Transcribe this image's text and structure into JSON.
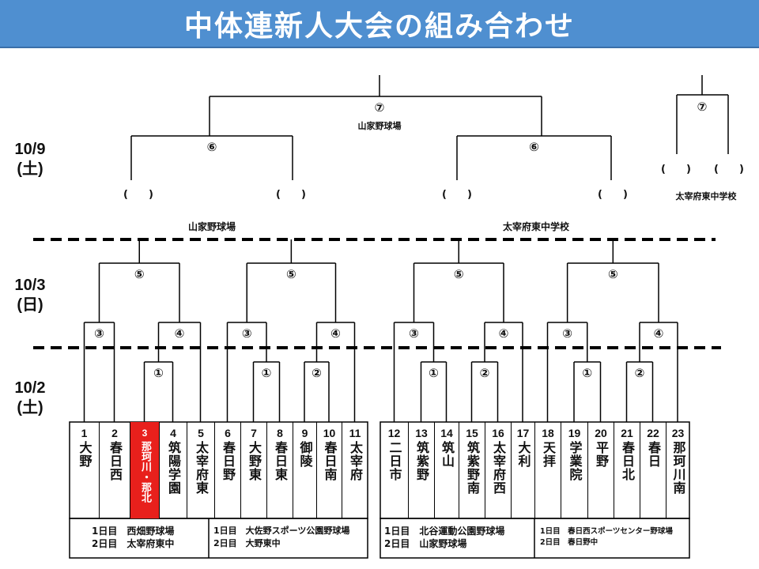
{
  "title": "中体連新人大会の組み合わせ",
  "dates": [
    {
      "line1": "10/9",
      "line2": "(土)"
    },
    {
      "line1": "10/3",
      "line2": "(日)"
    },
    {
      "line1": "10/2",
      "line2": "(土)"
    }
  ],
  "teams": [
    {
      "num": "1",
      "name": "大野"
    },
    {
      "num": "2",
      "name": "春日西"
    },
    {
      "num": "3",
      "name": "那珂川・那北"
    },
    {
      "num": "4",
      "name": "筑陽学園"
    },
    {
      "num": "5",
      "name": "太宰府東"
    },
    {
      "num": "6",
      "name": "春日野"
    },
    {
      "num": "7",
      "name": "大野東"
    },
    {
      "num": "8",
      "name": "春日東"
    },
    {
      "num": "9",
      "name": "御陵"
    },
    {
      "num": "10",
      "name": "春日南"
    },
    {
      "num": "11",
      "name": "太宰府"
    },
    {
      "num": "12",
      "name": "二日市"
    },
    {
      "num": "13",
      "name": "筑紫野"
    },
    {
      "num": "14",
      "name": "筑山"
    },
    {
      "num": "15",
      "name": "筑紫野南"
    },
    {
      "num": "16",
      "name": "太宰府西"
    },
    {
      "num": "17",
      "name": "大利"
    },
    {
      "num": "18",
      "name": "天拝"
    },
    {
      "num": "19",
      "name": "学業院"
    },
    {
      "num": "20",
      "name": "平野"
    },
    {
      "num": "21",
      "name": "春日北"
    },
    {
      "num": "22",
      "name": "春日"
    },
    {
      "num": "23",
      "name": "那珂川南"
    }
  ],
  "game_labels": {
    "g1": "①",
    "g2": "②",
    "g3": "③",
    "g4": "④",
    "g5": "⑤",
    "g6": "⑥",
    "g7": "⑦"
  },
  "round_venues": {
    "final": "山家野球場",
    "semi_left": "山家野球場",
    "semi_right": "太宰府東中学校",
    "side": "太宰府東中学校"
  },
  "day_venues": [
    {
      "line1": "1日目　西畑野球場",
      "line2": "2日目　太宰府東中"
    },
    {
      "line1": "1日目　大佐野スポーツ公園野球場",
      "line2": "2日目　大野東中"
    },
    {
      "line1": "1日目　北谷運動公園野球場",
      "line2": "2日目　山家野球場"
    },
    {
      "line1": "1日目　春日西スポーツセンター野球場",
      "line2": "2日目　春日野中"
    }
  ],
  "blank_slot": "(　　)",
  "colors": {
    "banner": "#4f8fd0",
    "highlight": "#e8201c",
    "banner_text": "#ffffff"
  }
}
